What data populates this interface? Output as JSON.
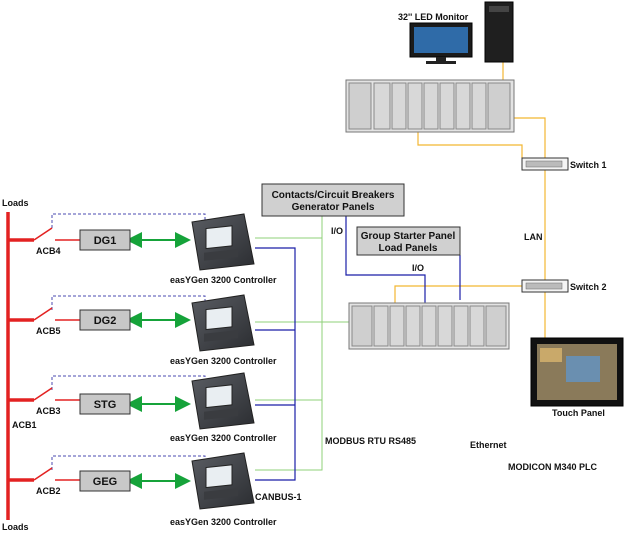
{
  "monitor_label": "32'' LED Monitor",
  "switch1_label": "Switch 1",
  "switch2_label": "Switch 2",
  "lan_label": "LAN",
  "touch_panel_label": "Touch Panel",
  "ethernet_label": "Ethernet",
  "plc_label": "MODICON M340 PLC",
  "modbus_label": "MODBUS RTU RS485",
  "canbus_label": "CANBUS-1",
  "io_label_1": "I/O",
  "io_label_2": "I/O",
  "contacts_panel": {
    "line1": "Contacts/Circuit Breakers",
    "line2": "Generator Panels"
  },
  "group_panel": {
    "line1": "Group Starter Panel",
    "line2": "Load Panels"
  },
  "loads_top_label": "Loads",
  "loads_bottom_label": "Loads",
  "acb1_label": "ACB1",
  "branches": [
    {
      "acb": "ACB4",
      "gen": "DG1",
      "controller": "easYGen 3200 Controller"
    },
    {
      "acb": "ACB5",
      "gen": "DG2",
      "controller": "easYGen 3200 Controller"
    },
    {
      "acb": "ACB3",
      "gen": "STG",
      "controller": "easYGen 3200 Controller"
    },
    {
      "acb": "ACB2",
      "gen": "GEG",
      "controller": "easYGen 3200 Controller"
    }
  ],
  "colors": {
    "busbar": "#e32222",
    "ethernet": "#f2b632",
    "can": "#1a1fa8",
    "io": "#8fd07a",
    "sync_arrow": "#16a33a",
    "gen_box": "#c8c8c8",
    "panel_box": "#d0d0d0"
  }
}
